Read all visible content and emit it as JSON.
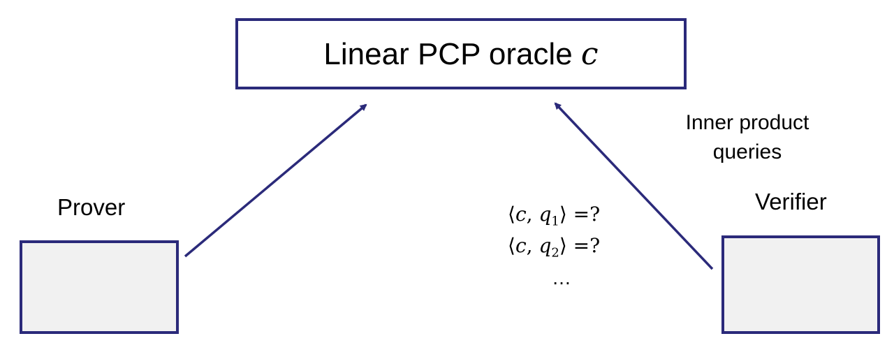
{
  "oracle": {
    "title": "Linear PCP oracle",
    "variable": "c"
  },
  "prover": {
    "label": "Prover"
  },
  "verifier": {
    "label": "Verifier"
  },
  "queries": {
    "label": "Inner product queries",
    "q1": {
      "open": "⟨",
      "c": "c",
      "comma": ", ",
      "q": "q",
      "sub": "1",
      "close": "⟩",
      "rhs": " =?"
    },
    "q2": {
      "open": "⟨",
      "c": "c",
      "comma": ", ",
      "q": "q",
      "sub": "2",
      "close": "⟩",
      "rhs": " =?"
    },
    "ellipsis": "…"
  },
  "colors": {
    "stroke": "#2b2a7a",
    "box_fill": "#f1f1f1"
  }
}
